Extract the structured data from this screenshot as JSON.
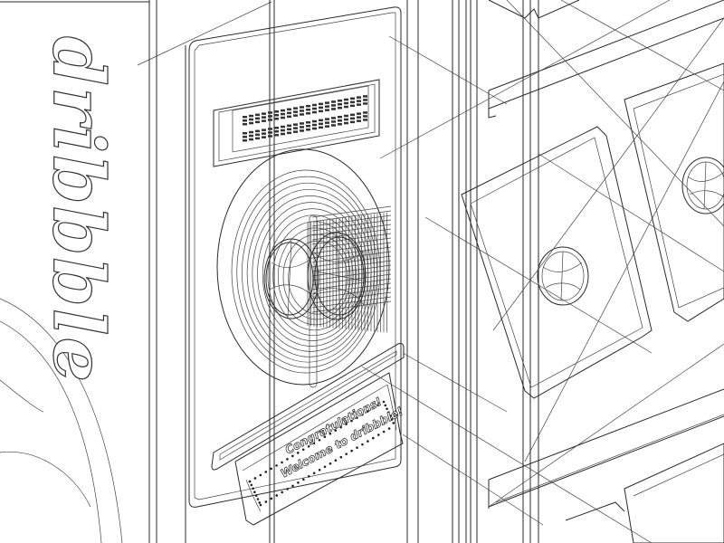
{
  "brand": {
    "logo_text": "dribbble"
  },
  "ticket": {
    "line1": "Congratulations!",
    "line2": "Welcome to dribbble!"
  },
  "colors": {
    "line": "#2a2a2a",
    "background": "#ffffff"
  },
  "icons": [
    "dribbble-ball-icon"
  ]
}
